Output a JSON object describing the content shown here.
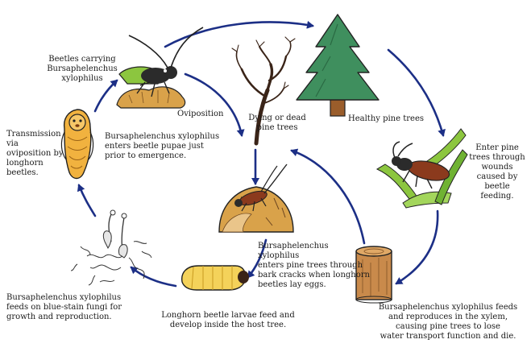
{
  "labels": {
    "beetles_carrying": "Beetles carrying\nBursaphelenchus xylophilus",
    "oviposition": "Oviposition",
    "dying_trees": "Dying or dead\npine trees",
    "healthy_trees": "Healthy pine trees",
    "transmission": "Transmission via\noviposition by\nlonghorn beetles.",
    "enters_pupae": "Bursaphelenchus xylophilus\nenters beetle pupae just\nprior to emergence.",
    "enter_wounds": "Enter pine\ntrees through\nwounds\ncaused by\nbeetle feeding.",
    "bark_cracks": "Bursaphelenchus xylophilus\nenters pine trees through\nbark cracks when longhorn\nbeetles lay eggs.",
    "feeds_fungi": "Bursaphelenchus xylophilus\nfeeds on blue-stain fungi for\ngrowth and reproduction.",
    "larvae_feed": "Longhorn beetle larvae feed and\ndevelop inside the host tree.",
    "xylem": "Bursaphelenchus xylophilus feeds\nand reproduces in the xylem,\ncausing pine trees to lose\nwater transport function and die."
  },
  "colors": {
    "arrow": "#1c2f86",
    "pine": "#3f8f5e",
    "pine_dark": "#2a6a43",
    "trunk": "#9a5d2b",
    "beetle_body": "#2b2b2b",
    "beetle_red": "#8b3a1d",
    "leaf_green": "#8cc63f",
    "pupa": "#f1b23f",
    "larva": "#f4d25a",
    "log": "#c98a4b",
    "log_dark": "#8a5a2b",
    "soil": "#d9a24a"
  },
  "icons": {
    "beetle_on_soil": "beetle-on-soil-icon",
    "dead_tree": "dead-tree-icon",
    "pine_tree": "pine-tree-icon",
    "beetle_on_leaves": "beetle-on-leaves-icon",
    "beetle_on_bark": "beetle-on-bark-icon",
    "log_stump": "log-stump-icon",
    "larva": "larva-icon",
    "fungi_nematodes": "fungi-nematodes-icon",
    "pupa": "pupa-icon"
  }
}
